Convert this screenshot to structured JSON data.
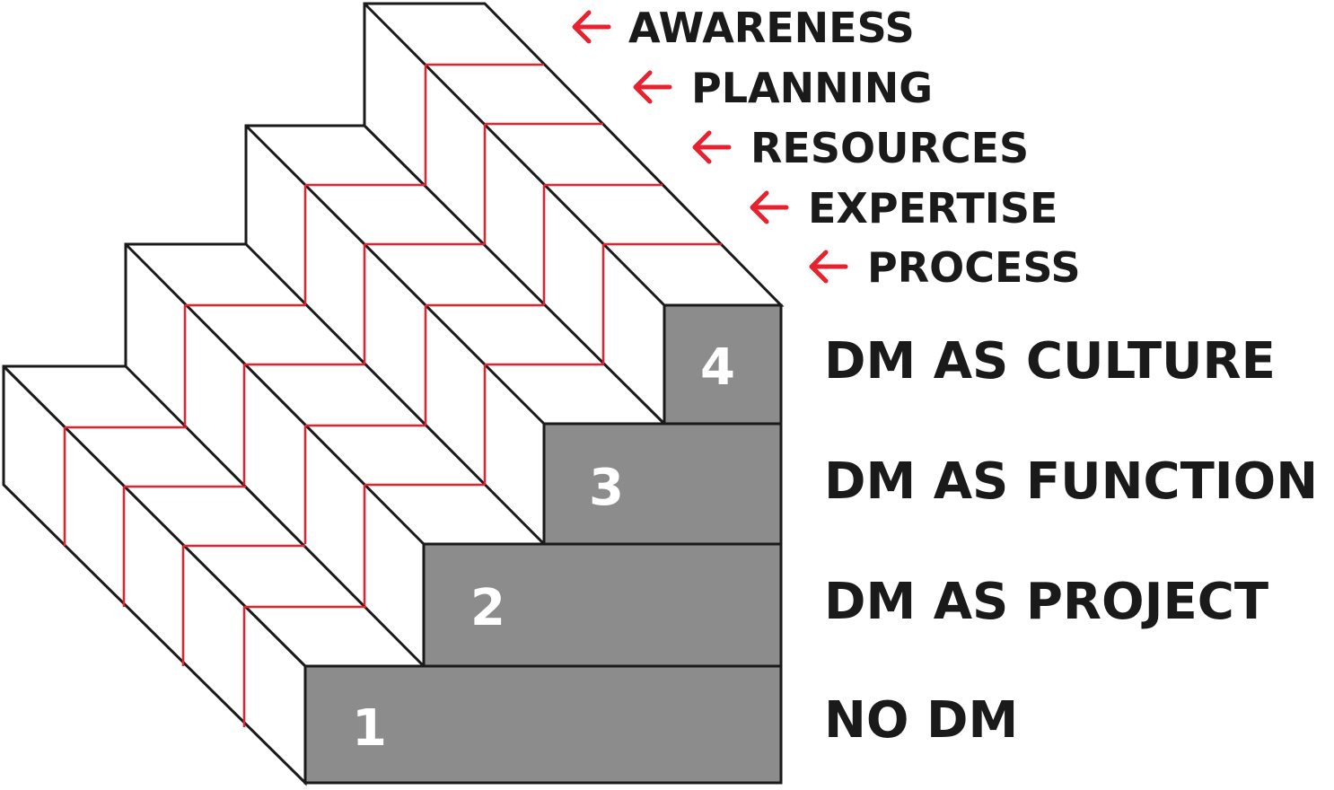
{
  "dimensions": [
    {
      "label": "AWARENESS",
      "icon": "arrow-left-icon"
    },
    {
      "label": "PLANNING",
      "icon": "arrow-left-icon"
    },
    {
      "label": "RESOURCES",
      "icon": "arrow-left-icon"
    },
    {
      "label": "EXPERTISE",
      "icon": "arrow-left-icon"
    },
    {
      "label": "PROCESS",
      "icon": "arrow-left-icon"
    }
  ],
  "levels": [
    {
      "number": "1",
      "label": "NO DM"
    },
    {
      "number": "2",
      "label": "DM AS PROJECT"
    },
    {
      "number": "3",
      "label": "DM AS FUNCTION"
    },
    {
      "number": "4",
      "label": "DM AS CULTURE"
    }
  ],
  "colors": {
    "accent_red": "#e8212e",
    "riser_gray": "#8c8c8c",
    "outline": "#1a1a1a",
    "text": "#1a1a1a"
  }
}
